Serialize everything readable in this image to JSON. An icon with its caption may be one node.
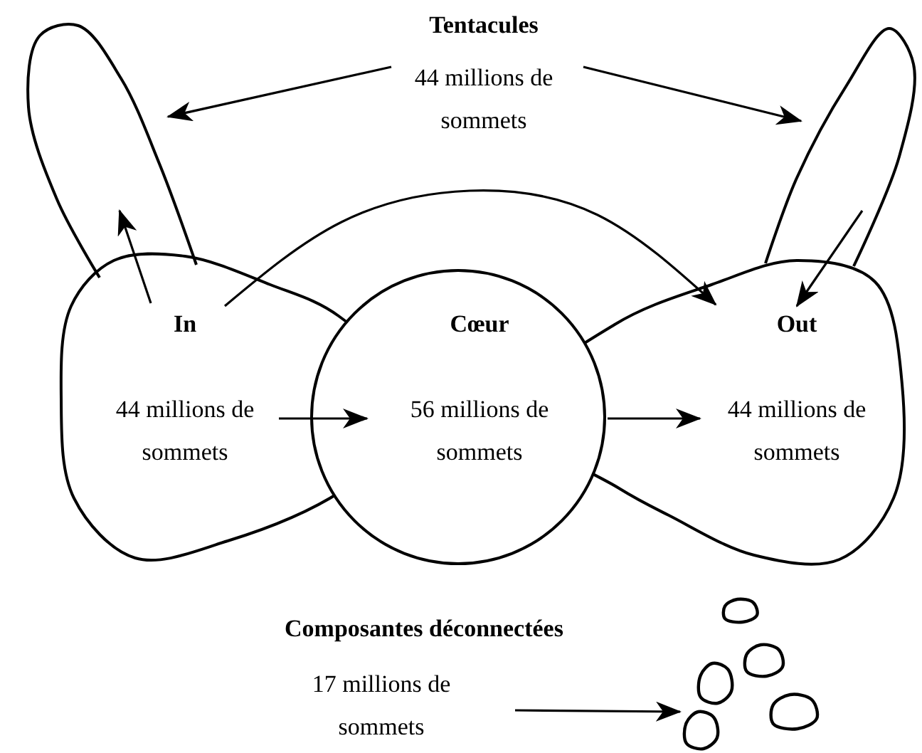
{
  "diagram": {
    "nodes": [
      {
        "text": [
          "Tentacules",
          "44 millions de sommets"
        ]
      },
      {
        "text": [],
        "shape": "loop"
      },
      {
        "text": [],
        "shape": "loop"
      },
      {
        "text": [
          "In",
          "44 millions de sommets"
        ]
      },
      {
        "text": [
          "Cœur",
          "56 millions de sommets"
        ]
      },
      {
        "text": [
          "Out",
          "44 millions de sommets"
        ]
      },
      {
        "text": [
          "Composantes déconnectées",
          "17 millions de sommets"
        ]
      },
      {
        "text": [],
        "shape": "blob"
      },
      {
        "text": [],
        "shape": "blob"
      },
      {
        "text": [],
        "shape": "blob"
      },
      {
        "text": [],
        "shape": "blob"
      },
      {
        "text": [],
        "shape": "blob"
      }
    ],
    "edges": [
      {
        "from": 0,
        "to": 1,
        "arrow": "to"
      },
      {
        "from": 0,
        "to": 2,
        "arrow": "to"
      },
      {
        "from": 3,
        "to": 1,
        "arrow": "to"
      },
      {
        "from": 2,
        "to": 5,
        "arrow": "to"
      },
      {
        "from": 3,
        "to": 4,
        "arrow": "to"
      },
      {
        "from": 4,
        "to": 5,
        "arrow": "to"
      },
      {
        "from": 3,
        "to": 5,
        "arrow": "to"
      },
      {
        "from": 6,
        "to": 11,
        "arrow": "to"
      }
    ]
  }
}
